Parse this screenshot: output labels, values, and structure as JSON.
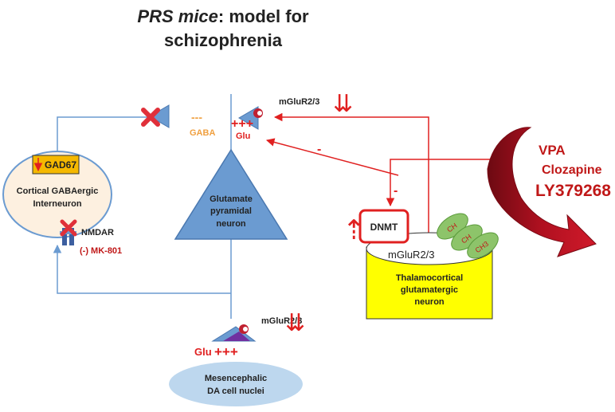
{
  "title": {
    "italic": "PRS mice",
    "rest_line1": ": model for",
    "line2": "schizophrenia"
  },
  "gaba_neuron": {
    "marker": "GAD67",
    "label_line1": "Cortical GABAergic",
    "label_line2": "Interneuron"
  },
  "receptor": {
    "nmdar": "NMDAR",
    "mk801": "(-) MK-801"
  },
  "pyramidal": {
    "line1": "Glutamate",
    "line2": "pyramidal",
    "line3": "neuron"
  },
  "gaba_terminal": {
    "sign": "---",
    "label": "GABA"
  },
  "glu_terminal_top": {
    "sign": "+++",
    "label": "Glu",
    "receptor": "mGluR2/3",
    "arrows": "⇊"
  },
  "glu_terminal_bottom": {
    "label": "Glu",
    "sign": "+++",
    "receptor": "mGluR2/3",
    "arrows": "⇊"
  },
  "da_nuclei": {
    "line1": "Mesencephalic",
    "line2": "DA cell nuclei"
  },
  "inhibition_signs": {
    "to_glu": "-",
    "to_dnmt": "-"
  },
  "thalamo": {
    "dnmt": "DNMT",
    "receptor": "mGluR2/3",
    "line1": "Thalamocortical",
    "line2": "glutamatergic",
    "line3": "neuron",
    "up_arrow": "⇡"
  },
  "methyl_groups": [
    "CH",
    "CH",
    "CH3"
  ],
  "drugs": {
    "d1": "VPA",
    "d2": "Clozapine",
    "d3": "LY379268"
  },
  "colors": {
    "blue": "#6b9bd1",
    "red": "#e02020",
    "dark_red": "#a01020",
    "yellow": "#ffff00",
    "ellipse": "#fdf0e0",
    "green": "#8dc46a",
    "orange": "#f0a040",
    "da": "#bdd7ee"
  }
}
